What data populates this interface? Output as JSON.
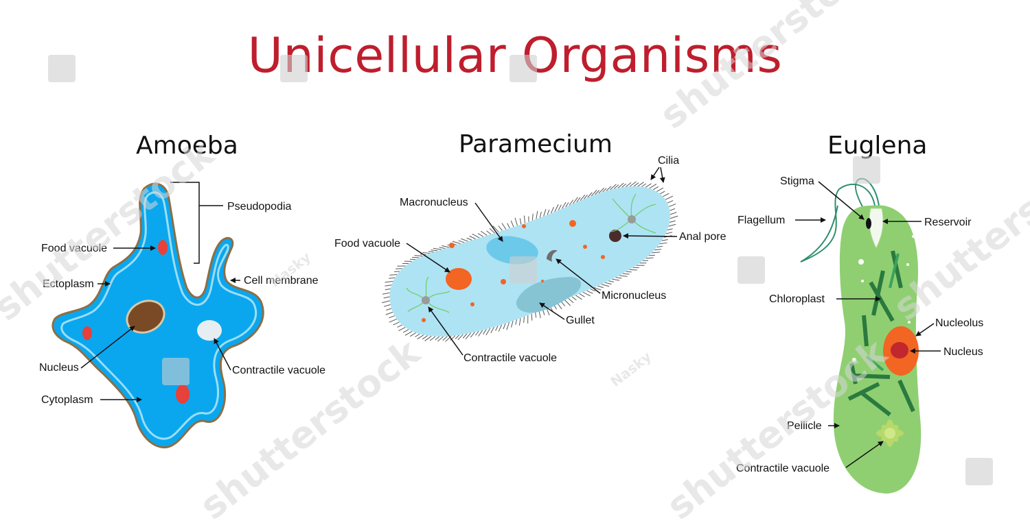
{
  "title": "Unicellular Organisms",
  "colors": {
    "title": "#be1e2d",
    "amoeba_body": "#08a6ee",
    "paramecium_body": "#aee3f3",
    "euglena_body": "#8fcf72",
    "nucleus_red": "#e0392b"
  },
  "amoeba": {
    "heading": "Amoeba",
    "labels": {
      "pseudopodia": "Pseudopodia",
      "food_vacuole": "Food vacuole",
      "ectoplasm": "Ectoplasm",
      "cell_membrane": "Cell membrane",
      "nucleus": "Nucleus",
      "contractile_vacuole": "Contractile vacuole",
      "cytoplasm": "Cytoplasm"
    }
  },
  "paramecium": {
    "heading": "Paramecium",
    "labels": {
      "cilia": "Cilia",
      "macronucleus": "Macronucleus",
      "food_vacuole": "Food vacuole",
      "anal_pore": "Anal pore",
      "micronucleus": "Micronucleus",
      "gullet": "Gullet",
      "contractile_vacuole": "Contractile vacuole"
    }
  },
  "euglena": {
    "heading": "Euglena",
    "labels": {
      "stigma": "Stigma",
      "flagellum": "Flagellum",
      "reservoir": "Reservoir",
      "chloroplast": "Chloroplast",
      "nucleolus": "Nucleolus",
      "nucleus": "Nucleus",
      "pellicle": "Pellicle",
      "contractile_vacuole": "Contractile vacuole"
    }
  },
  "watermarks": {
    "brand": "shutterstock",
    "author": "Nasky"
  }
}
